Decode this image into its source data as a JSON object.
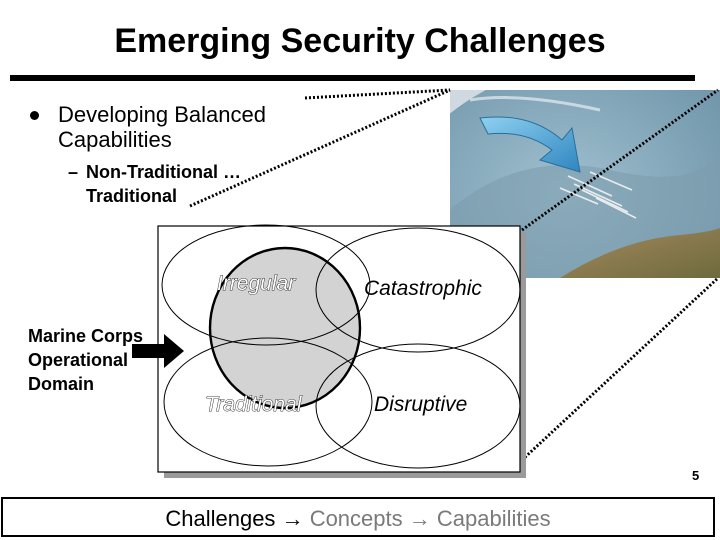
{
  "title": "Emerging Security Challenges",
  "bullet": {
    "text": "Developing Balanced Capabilities"
  },
  "sub_bullet": {
    "dash": "–",
    "text": "Non-Traditional … Traditional"
  },
  "marine_label": "Marine Corps Operational Domain",
  "diagram": {
    "irregular": "Irregular",
    "catastrophic": "Catastrophic",
    "traditional": "Traditional",
    "disruptive": "Disruptive"
  },
  "slide_number": "5",
  "footer": {
    "challenges": "Challenges",
    "arrow": "→",
    "concepts": "Concepts",
    "capabilities": "Capabilities"
  },
  "colors": {
    "highlight_circle": "#d3d3d3",
    "globe_ocean": "#6f94a8",
    "arrow_blue": "#4aa5d8"
  }
}
